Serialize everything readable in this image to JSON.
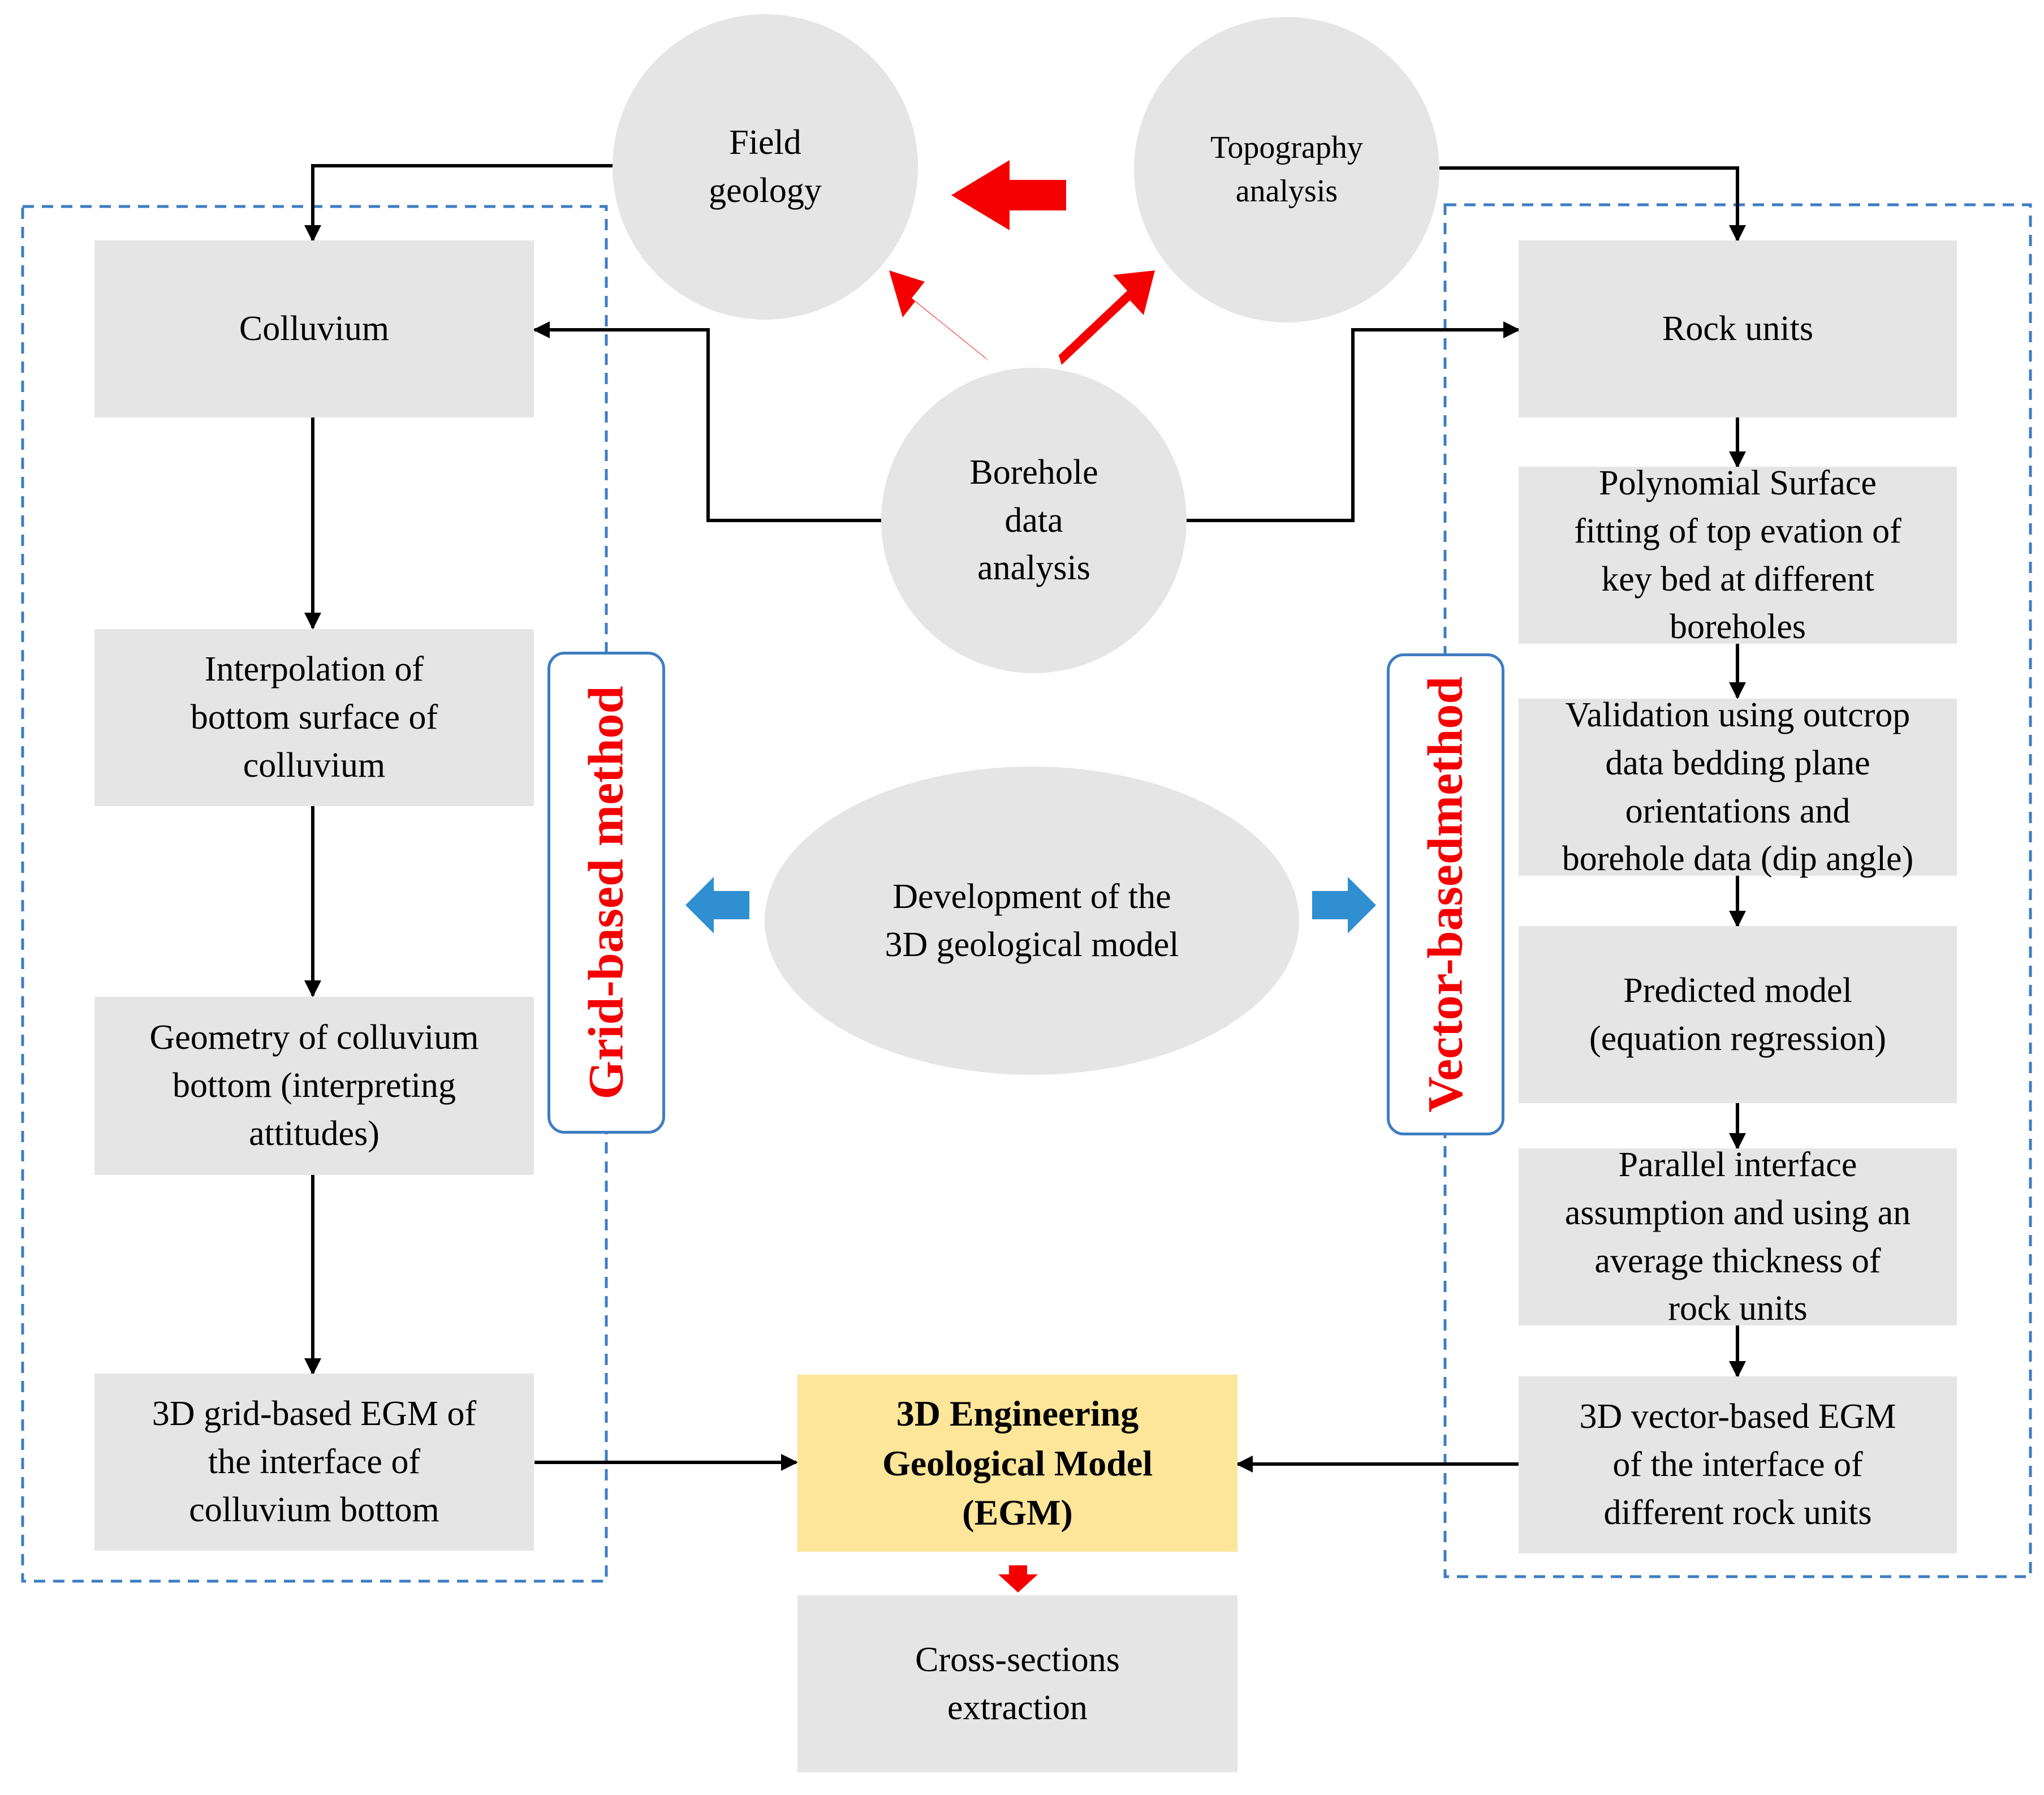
{
  "nodes": {
    "field_geology": [
      "Field",
      "geology"
    ],
    "topography": [
      "Topography",
      "analysis"
    ],
    "borehole": [
      "Borehole",
      "data",
      "analysis"
    ],
    "development": [
      "Development of the",
      "3D geological model"
    ],
    "colluvium": [
      "Colluvium"
    ],
    "interpolation": [
      "Interpolation of",
      "bottom surface of",
      "colluvium"
    ],
    "geometry": [
      "Geometry of colluvium",
      "bottom (interpreting",
      "attitudes)"
    ],
    "grid_egm": [
      "3D grid-based EGM of",
      "the interface of",
      "colluvium bottom"
    ],
    "rock_units": [
      "Rock units"
    ],
    "polynomial": [
      "Polynomial Surface",
      "fitting of top evation of",
      "key bed at different",
      "boreholes"
    ],
    "validation": [
      "Validation using outcrop",
      "data bedding plane",
      "orientations and",
      "borehole data (dip angle)"
    ],
    "predicted": [
      "Predicted model",
      "(equation regression)"
    ],
    "parallel": [
      "Parallel interface",
      "assumption and using an",
      "average thickness of",
      "rock units"
    ],
    "vector_egm": [
      "3D vector-based EGM",
      "of the interface of",
      "different rock units"
    ],
    "egm": [
      "3D Engineering",
      "Geological Model",
      "(EGM)"
    ],
    "cross_sections": [
      "Cross-sections",
      "extraction"
    ]
  },
  "methods": {
    "grid": [
      "Grid-based method"
    ],
    "vector": [
      "Vector-based",
      "method"
    ]
  },
  "colors": {
    "box_fill": "#e5e5e5",
    "egm_fill": "#fde599",
    "red_arrow": "#f50000",
    "blue_arrow": "#2f8fd0",
    "dashed_border": "#3e7dc2",
    "method_text": "#f50000"
  }
}
